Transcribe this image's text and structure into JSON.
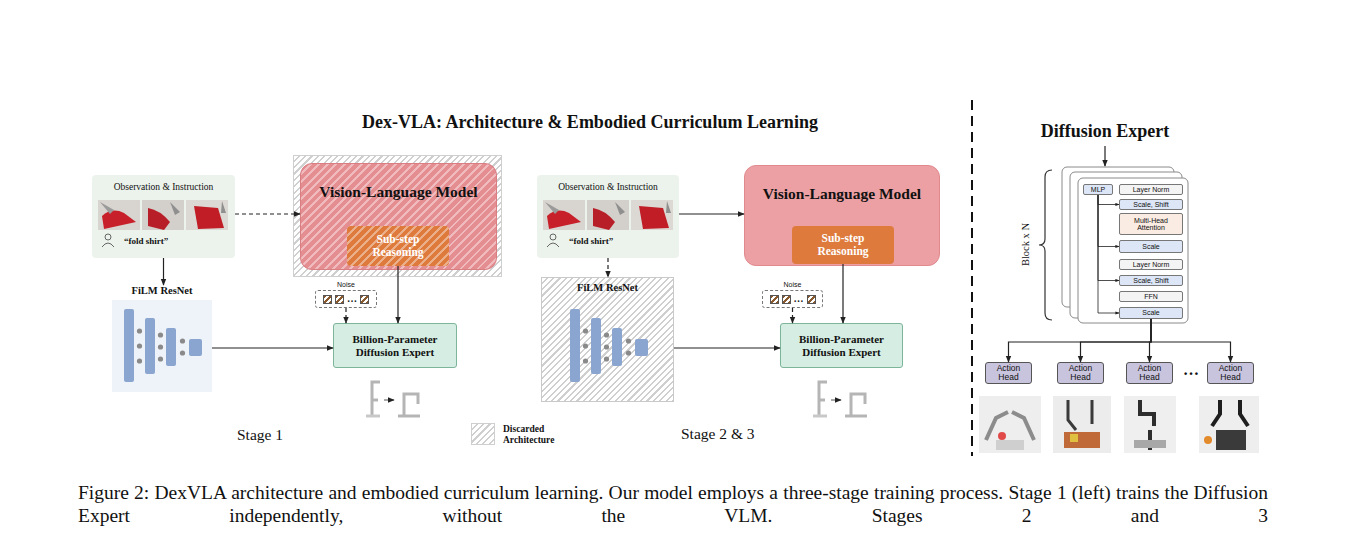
{
  "diagram": {
    "title": "Dex-VLA: Architecture & Embodied Curriculum Learning",
    "caption": "Figure 2: DexVLA architecture and embodied curriculum learning. Our model employs a three-stage training process. Stage 1 (left) trains the Diffusion Expert independently, without the VLM. Stages 2 and 3",
    "nodes": [
      {
        "text": [
          "Observation & Instruction",
          "“fold shirt”"
        ]
      },
      {
        "text": [
          "FiLM ResNet"
        ]
      },
      {
        "text": [
          "Vision-Language Model"
        ]
      },
      {
        "text": [
          "Sub-step Reasoning"
        ],
        "in": 2
      },
      {
        "text": [
          "Noise",
          "…"
        ]
      },
      {
        "text": [
          "Billion-Parameter Diffusion Expert"
        ]
      },
      {
        "text": [
          "Observation & Instruction",
          "“fold shirt”"
        ]
      },
      {
        "text": [
          "FiLM ResNet"
        ]
      },
      {
        "text": [
          "Vision-Language Model"
        ]
      },
      {
        "text": [
          "Sub-step Reasoning"
        ],
        "in": 8
      },
      {
        "text": [
          "Noise",
          "…"
        ]
      },
      {
        "text": [
          "Billion-Parameter Diffusion Expert"
        ]
      },
      {
        "text": [
          "MLP"
        ]
      },
      {
        "text": [
          "Layer Norm"
        ]
      },
      {
        "text": [
          "Scale, Shift"
        ]
      },
      {
        "text": [
          "Multi-Head Attention"
        ]
      },
      {
        "text": [
          "Scale"
        ]
      },
      {
        "text": [
          "Layer Norm"
        ]
      },
      {
        "text": [
          "Scale, Shift"
        ]
      },
      {
        "text": [
          "FFN"
        ]
      },
      {
        "text": [
          "Scale"
        ]
      },
      {
        "text": [
          "Action Head"
        ]
      },
      {
        "text": [
          "Action Head"
        ]
      },
      {
        "text": [
          "Action Head"
        ]
      },
      {
        "text": [
          "Action Head"
        ]
      }
    ],
    "edges": [
      {
        "from": 0,
        "to": 1,
        "arrow": "to"
      },
      {
        "from": 0,
        "to": 2,
        "arrow": "to"
      },
      {
        "from": 1,
        "to": 5,
        "arrow": "to"
      },
      {
        "from": 3,
        "to": 5,
        "arrow": "to"
      },
      {
        "from": 4,
        "to": 5,
        "arrow": "to"
      },
      {
        "from": 6,
        "to": 7,
        "arrow": "to"
      },
      {
        "from": 6,
        "to": 8,
        "arrow": "to"
      },
      {
        "from": 7,
        "to": 11,
        "arrow": "to"
      },
      {
        "from": 9,
        "to": 11,
        "arrow": "to"
      },
      {
        "from": 10,
        "to": 11,
        "arrow": "to"
      },
      {
        "from": 12,
        "to": 14,
        "arrow": "to"
      },
      {
        "from": 12,
        "to": 16,
        "arrow": "to"
      },
      {
        "from": 12,
        "to": 18,
        "arrow": "to"
      },
      {
        "from": 12,
        "to": 20,
        "arrow": "to"
      },
      {
        "from": 20,
        "to": 21,
        "arrow": "to"
      },
      {
        "from": 20,
        "to": 22,
        "arrow": "to"
      },
      {
        "from": 20,
        "to": 23,
        "arrow": "to"
      },
      {
        "from": 20,
        "to": 24,
        "arrow": "to"
      }
    ],
    "labels": [
      "Stage 1",
      "Stage 2 & 3",
      "Diffusion Expert",
      "Block x N",
      "…"
    ],
    "legend": [
      {
        "text": "Discarded Architecture"
      }
    ]
  }
}
